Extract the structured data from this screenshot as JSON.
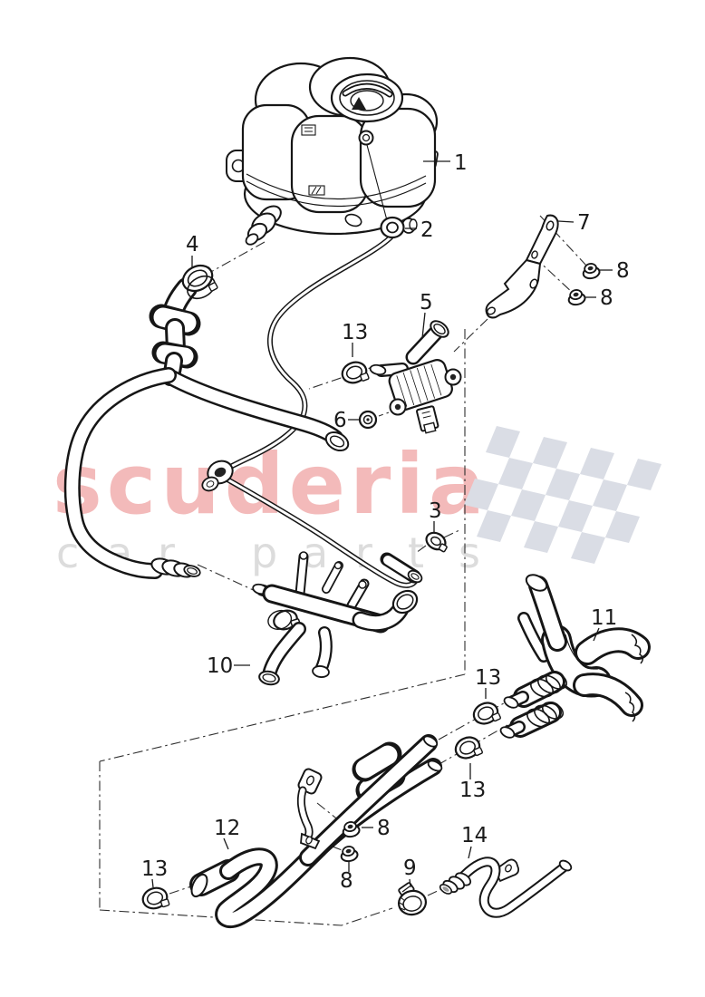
{
  "watermark": {
    "brand": "scuderia",
    "tagline_left": "car",
    "tagline_right": "parts",
    "brand_color": "#f3baba",
    "tagline_color": "#dcdcdc",
    "flag_color": "#dadde5"
  },
  "callouts": [
    {
      "part": "1"
    },
    {
      "part": "2"
    },
    {
      "part": "4"
    },
    {
      "part": "7"
    },
    {
      "part": "8"
    },
    {
      "part": "8"
    },
    {
      "part": "5"
    },
    {
      "part": "13"
    },
    {
      "part": "6"
    },
    {
      "part": "3"
    },
    {
      "part": "10"
    },
    {
      "part": "11"
    },
    {
      "part": "13"
    },
    {
      "part": "13"
    },
    {
      "part": "12"
    },
    {
      "part": "8"
    },
    {
      "part": "8"
    },
    {
      "part": "13"
    },
    {
      "part": "9"
    },
    {
      "part": "14"
    }
  ]
}
